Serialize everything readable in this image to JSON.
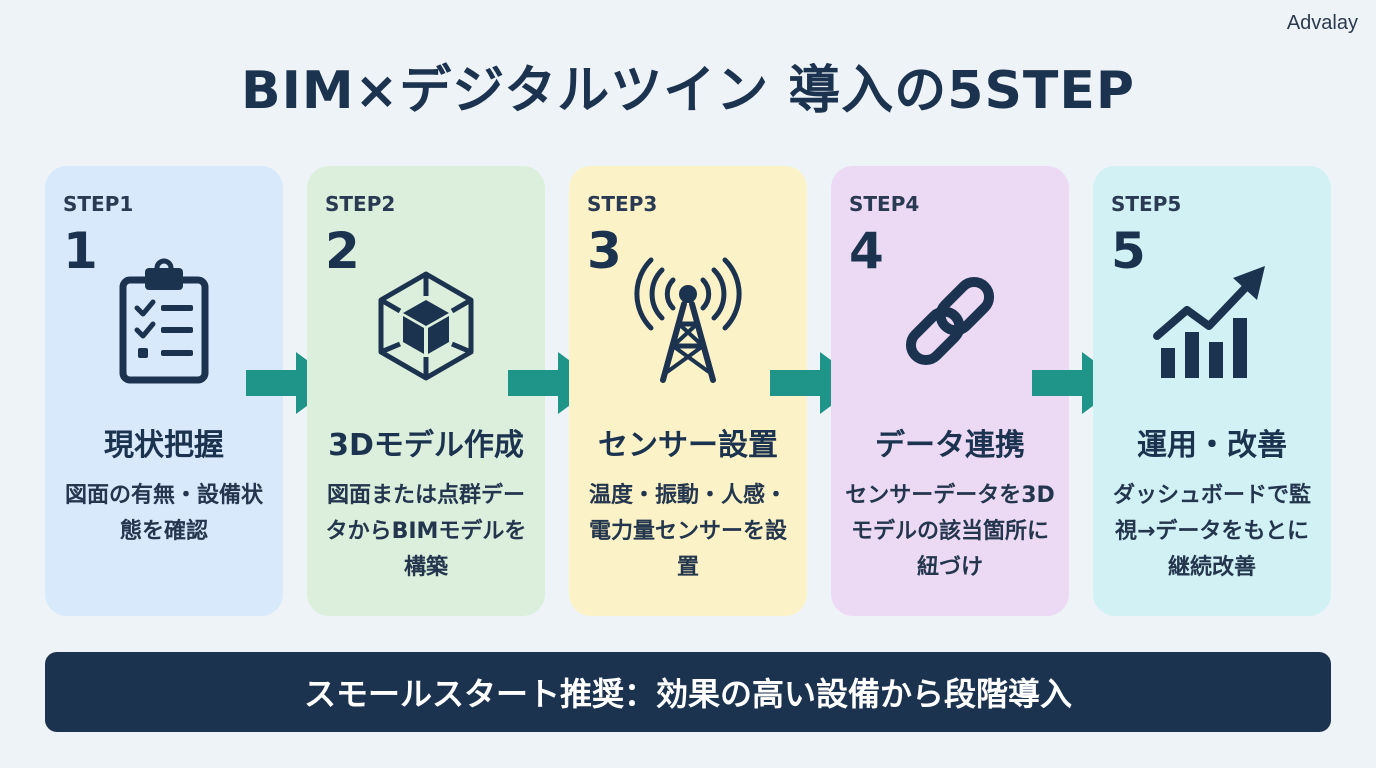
{
  "brand": "Advalay",
  "title": "BIM×デジタルツイン 導入の5STEP",
  "steps": [
    {
      "label": "STEP1",
      "number": "1",
      "icon": "clipboard-checklist-icon",
      "title": "現状把握",
      "desc": "図面の有無・設備状態を確認"
    },
    {
      "label": "STEP2",
      "number": "2",
      "icon": "3d-cube-icon",
      "title": "3Dモデル作成",
      "desc": "図面または点群データからBIMモデルを構築"
    },
    {
      "label": "STEP3",
      "number": "3",
      "icon": "antenna-tower-icon",
      "title": "センサー設置",
      "desc": "温度・振動・人感・電力量センサーを設置"
    },
    {
      "label": "STEP4",
      "number": "4",
      "icon": "chain-link-icon",
      "title": "データ連携",
      "desc": "センサーデータを3Dモデルの該当箇所に紐づけ"
    },
    {
      "label": "STEP5",
      "number": "5",
      "icon": "growth-chart-icon",
      "title": "運用・改善",
      "desc": "ダッシュボードで監視→データをもとに継続改善"
    }
  ],
  "footer": "スモールスタート推奨：効果の高い設備から段階導入",
  "colors": {
    "navy": "#1c3350",
    "arrow": "#1f9488",
    "card1": "#d7e9fb",
    "card2": "#dcefdc",
    "card3": "#fbf3c7",
    "card4": "#ecdaf4",
    "card5": "#d2f1f4"
  }
}
